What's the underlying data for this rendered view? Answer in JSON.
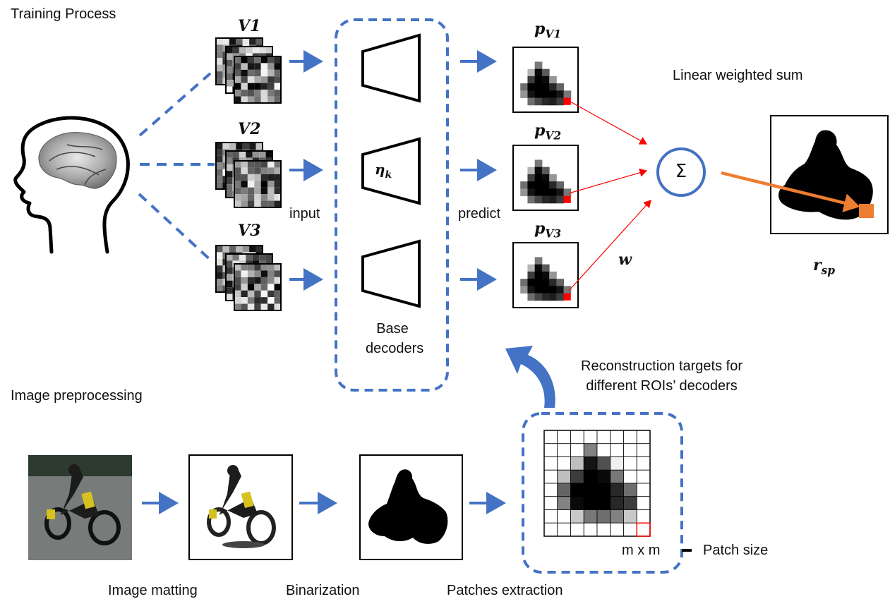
{
  "sections": {
    "training_title": "Training Process",
    "preprocessing_title": "Image preprocessing"
  },
  "voxels": [
    {
      "label_main": "V",
      "label_num": "1"
    },
    {
      "label_main": "V",
      "label_num": "2"
    },
    {
      "label_main": "V",
      "label_num": "3"
    }
  ],
  "predictions": [
    {
      "label_main": "p",
      "label_sub": "V1"
    },
    {
      "label_main": "p",
      "label_sub": "V2"
    },
    {
      "label_main": "p",
      "label_sub": "V3"
    }
  ],
  "decoder": {
    "symbol_main": "η",
    "symbol_sub": "k",
    "title_line1": "Base",
    "title_line2": "decoders"
  },
  "labels": {
    "input": "input",
    "predict": "predict",
    "weight": "w",
    "sum_symbol": "Σ",
    "linear_weighted_sum": "Linear weighted sum",
    "result_main": "r",
    "result_sub": "sp",
    "targets_line1": "Reconstruction targets for",
    "targets_line2": "different ROIs’ decoders",
    "patch_dim": "m x m",
    "patch_size": "Patch size"
  },
  "steps": {
    "matting": "Image matting",
    "binarization": "Binarization",
    "patches": "Patches extraction"
  },
  "colors": {
    "blue": "#4472c4",
    "red": "#ff0000",
    "orange": "#ed7d31"
  }
}
